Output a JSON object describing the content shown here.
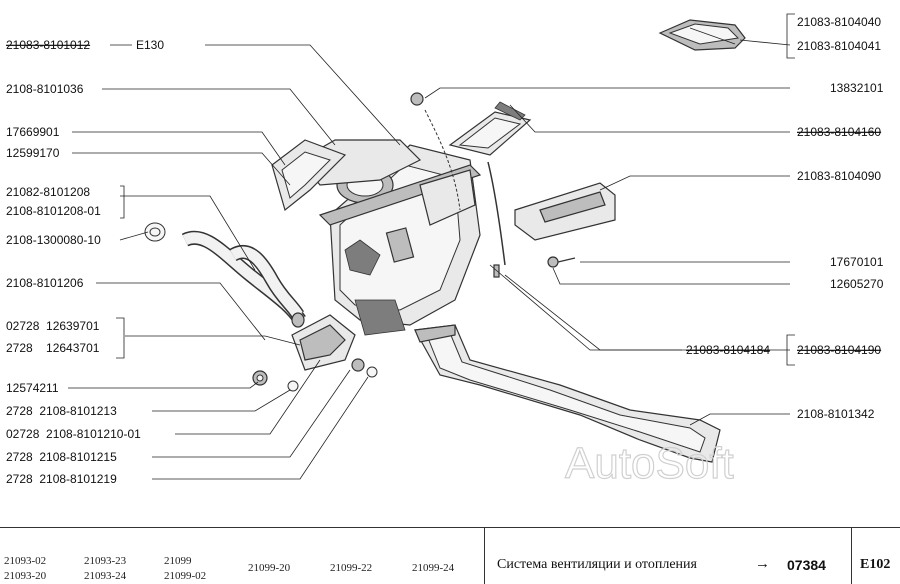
{
  "labels": {
    "l1": "21083-8101012",
    "l1b": "E130",
    "l2": "2108-8101036",
    "l3": "17669901",
    "l4": "12599170",
    "l5a": "21082-8101208",
    "l5b": "2108-8101208-01",
    "l6": "2108-1300080-10",
    "l7": "2108-8101206",
    "l8a": "02728  12639701",
    "l8b": "2728    12643701",
    "l9": "12574211",
    "l10": "2728  2108-8101213",
    "l11": "02728  2108-8101210-01",
    "l12": "2728  2108-8101215",
    "l13": "2728  2108-8101219",
    "r1a": "21083-8104040",
    "r1b": "21083-8104041",
    "r2": "13832101",
    "r3": "21083-8104160",
    "r4": "21083-8104090",
    "r5": "17670101",
    "r6": "12605270",
    "r7": "21083-8104184",
    "r8": "21083-8104190",
    "r9": "2108-8101342"
  },
  "watermark": "AutoSoft",
  "footer": {
    "models": [
      "21093-02",
      "21093-20",
      "21093-23",
      "21093-24",
      "21099",
      "21099-02",
      "21099-20",
      "21099-22",
      "21099-24"
    ],
    "title": "Система вентиляции и отопления",
    "arrow": "→",
    "pub_number": "07384",
    "page_code": "E102"
  }
}
